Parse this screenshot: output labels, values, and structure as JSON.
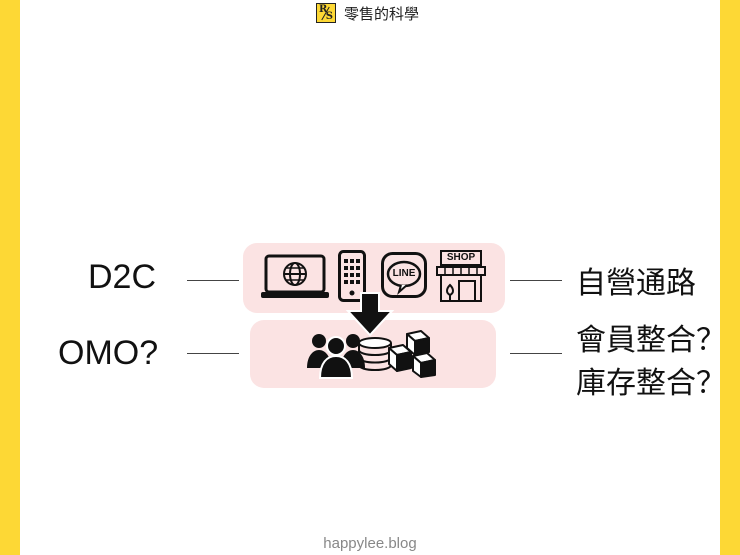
{
  "header": {
    "logo_text_r": "R",
    "logo_text_s": "S",
    "title": "零售的科學"
  },
  "labels": {
    "left_top": "D2C",
    "left_bottom": "OMO?",
    "right_top": "自營通路",
    "right_bottom_1": "會員整合？",
    "right_bottom_2": "庫存整合？"
  },
  "icons": {
    "row1": [
      "laptop-globe-icon",
      "smartphone-icon",
      "line-chat-icon",
      "shop-storefront-icon"
    ],
    "shop_sign": "SHOP",
    "line_text": "LINE",
    "row2": [
      "users-group-icon",
      "database-icon",
      "boxes-icon"
    ]
  },
  "colors": {
    "accent": "#FDD835",
    "panel": "#FBE3E3",
    "arrow": "#111111"
  },
  "footer": {
    "site": "happylee.blog"
  }
}
